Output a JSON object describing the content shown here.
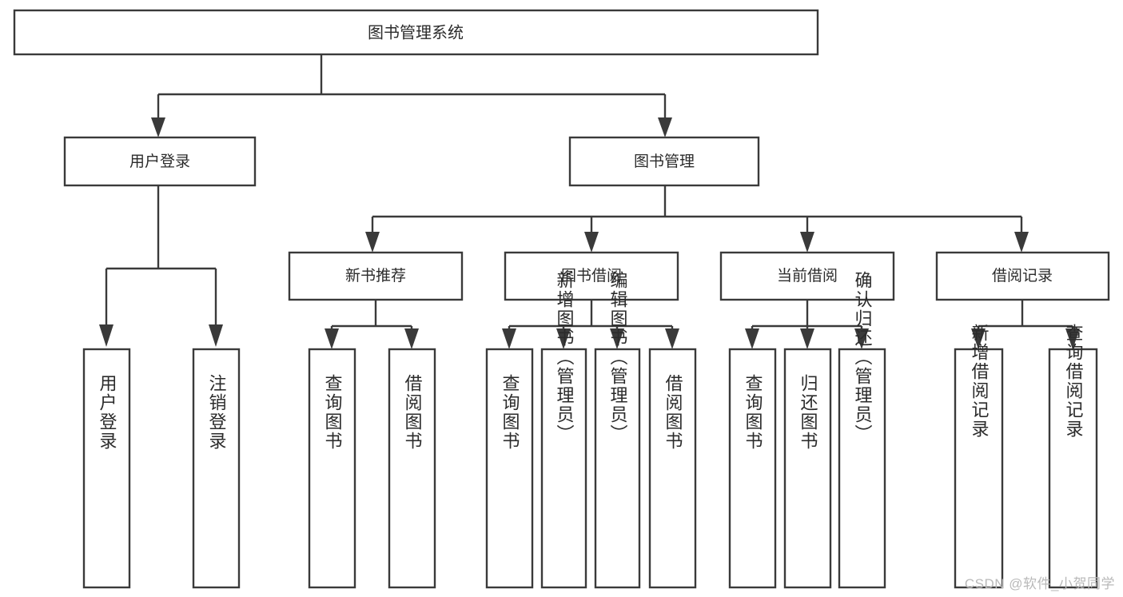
{
  "diagram": {
    "title": "图书管理系统",
    "type": "tree",
    "watermark": "CSDN @软件_小贺同学",
    "colors": {
      "background": "#ffffff",
      "box_fill": "#ffffff",
      "box_stroke": "#3a3a3a",
      "edge": "#3a3a3a",
      "text": "#2b2b2b",
      "watermark": "#b9b9b9"
    },
    "root": {
      "label": "图书管理系统"
    },
    "level1": [
      {
        "label": "用户登录"
      },
      {
        "label": "图书管理"
      }
    ],
    "level2": [
      {
        "label": "新书推荐"
      },
      {
        "label": "图书借阅"
      },
      {
        "label": "当前借阅"
      },
      {
        "label": "借阅记录"
      }
    ],
    "leaves": {
      "用户登录": [
        "用户登录",
        "注销登录"
      ],
      "新书推荐": [
        "查询图书",
        "借阅图书"
      ],
      "图书借阅": [
        "查询图书",
        "新增图书（管理员）",
        "编辑图书（管理员）",
        "借阅图书"
      ],
      "当前借阅": [
        "查询图书",
        "归还图书",
        "确认归还（管理员）"
      ],
      "借阅记录": [
        "新增借阅记录",
        "查询借阅记录"
      ]
    }
  }
}
